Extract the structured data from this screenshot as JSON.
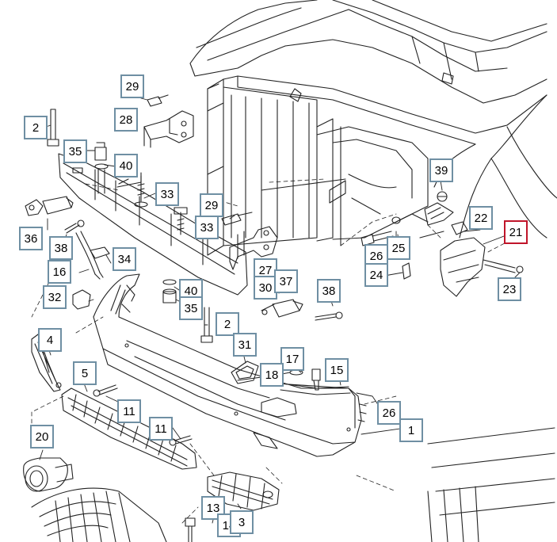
{
  "diagram": {
    "selected_callout": "21",
    "colors": {
      "callout_border": "#6f8fa3",
      "callout_selected_border": "#c0152a",
      "line_art": "#222222"
    },
    "callouts": {
      "c29a": "29",
      "c28": "28",
      "c2a": "2",
      "c35a": "35",
      "c40a": "40",
      "c33a": "33",
      "c29b": "29",
      "c33b": "33",
      "c36": "36",
      "c38a": "38",
      "c34": "34",
      "c16": "16",
      "c32": "32",
      "c40b": "40",
      "c35b": "35",
      "c2b": "2",
      "c27": "27",
      "c30": "30",
      "c37": "37",
      "c38b": "38",
      "c39": "39",
      "c22": "22",
      "c21": "21",
      "c23": "23",
      "c26a": "26",
      "c25": "25",
      "c24": "24",
      "c4": "4",
      "c5": "5",
      "c11a": "11",
      "c31": "31",
      "c17": "17",
      "c18": "18",
      "c15": "15",
      "c26b": "26",
      "c1": "1",
      "c20": "20",
      "c11b": "11",
      "c13": "13",
      "c14": "14",
      "c3": "3"
    }
  }
}
